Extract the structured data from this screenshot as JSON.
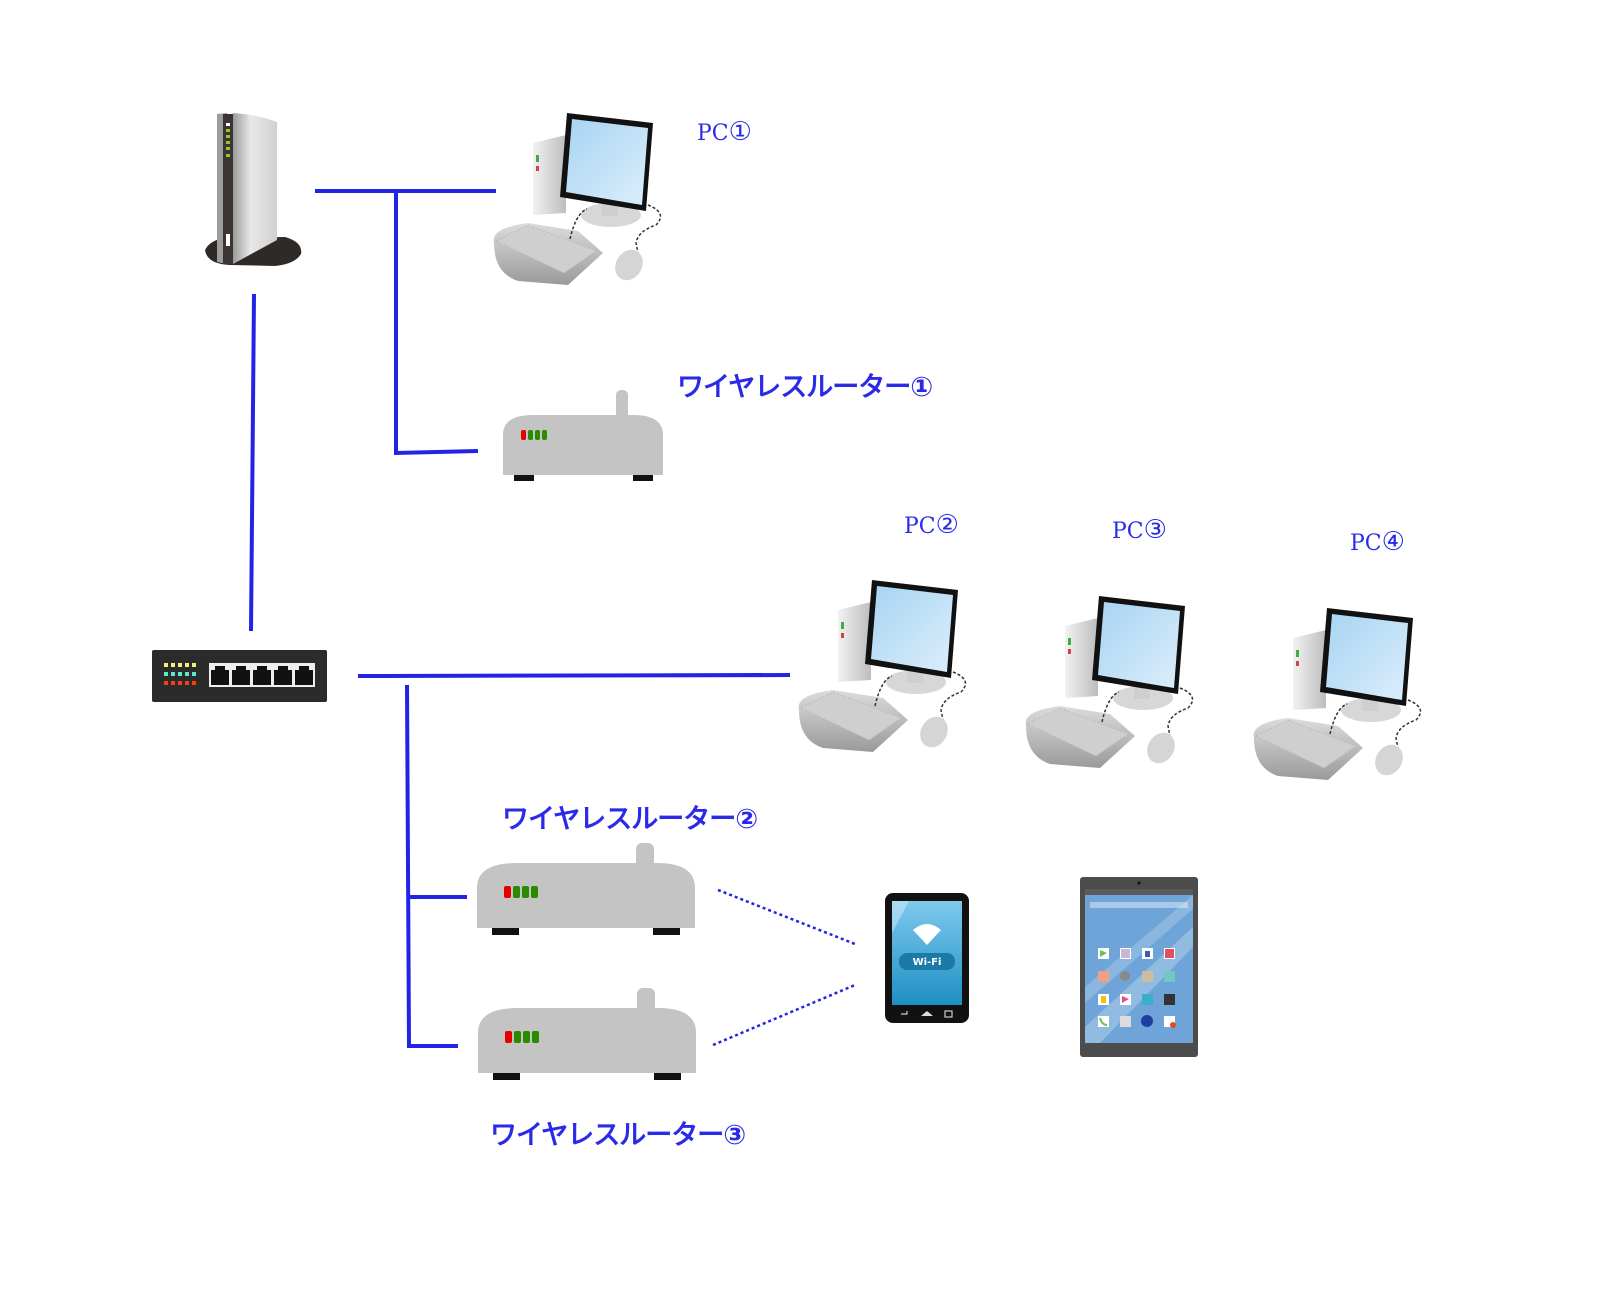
{
  "diagram": {
    "title": "",
    "colors": {
      "wire": "#2323e8",
      "label": "#2a2ae8",
      "router_body": "#c4c4c4",
      "led_red": "#e60000",
      "led_green": "#2a8a00"
    },
    "nodes": {
      "modem": {
        "type": "modem-icon"
      },
      "switch": {
        "type": "switching-hub-icon",
        "ports": 5
      },
      "pc1": {
        "label_prefix": "PC",
        "label_num": "①"
      },
      "pc2": {
        "label_prefix": "PC",
        "label_num": "②"
      },
      "pc3": {
        "label_prefix": "PC",
        "label_num": "③"
      },
      "pc4": {
        "label_prefix": "PC",
        "label_num": "④"
      },
      "wr1": {
        "label": "ワイヤレスルーター①"
      },
      "wr2": {
        "label": "ワイヤレスルーター②"
      },
      "wr3": {
        "label": "ワイヤレスルーター③"
      },
      "smartphone": {
        "screen_text": "Wi-Fi"
      },
      "tablet": {
        "type": "tablet-icon"
      }
    },
    "connections": [
      {
        "from": "modem",
        "to": "pc1",
        "style": "wired"
      },
      {
        "from": "modem",
        "to": "wr1",
        "style": "wired"
      },
      {
        "from": "modem",
        "to": "switch",
        "style": "wired"
      },
      {
        "from": "switch",
        "to": "pc2",
        "style": "wired"
      },
      {
        "from": "switch",
        "to": "wr2",
        "style": "wired"
      },
      {
        "from": "switch",
        "to": "wr3",
        "style": "wired"
      },
      {
        "from": "wr2",
        "to": "smartphone",
        "style": "wireless"
      },
      {
        "from": "wr3",
        "to": "smartphone",
        "style": "wireless"
      }
    ]
  }
}
